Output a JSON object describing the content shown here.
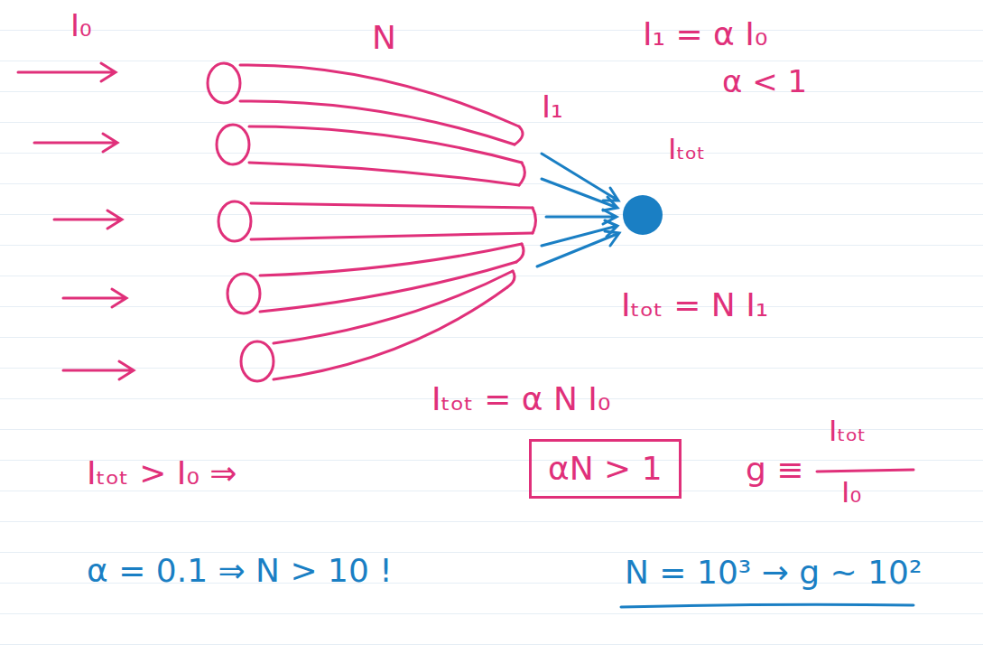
{
  "diagram": {
    "nodes": [
      {
        "text": [
          "αN > 1"
        ]
      }
    ],
    "labels": [
      "I₀",
      "N",
      "I₁ = α I₀",
      "α < 1",
      "I₁",
      "Iₜₒₜ",
      "Iₜₒₜ = N I₁",
      "Iₜₒₜ = α N I₀",
      "Iₜₒₜ > I₀ ⇒",
      "g ≡",
      "Iₜₒₜ",
      "I₀",
      "α = 0.1 ⇒ N > 10 !",
      "N = 10³ → g ~ 10²"
    ]
  }
}
